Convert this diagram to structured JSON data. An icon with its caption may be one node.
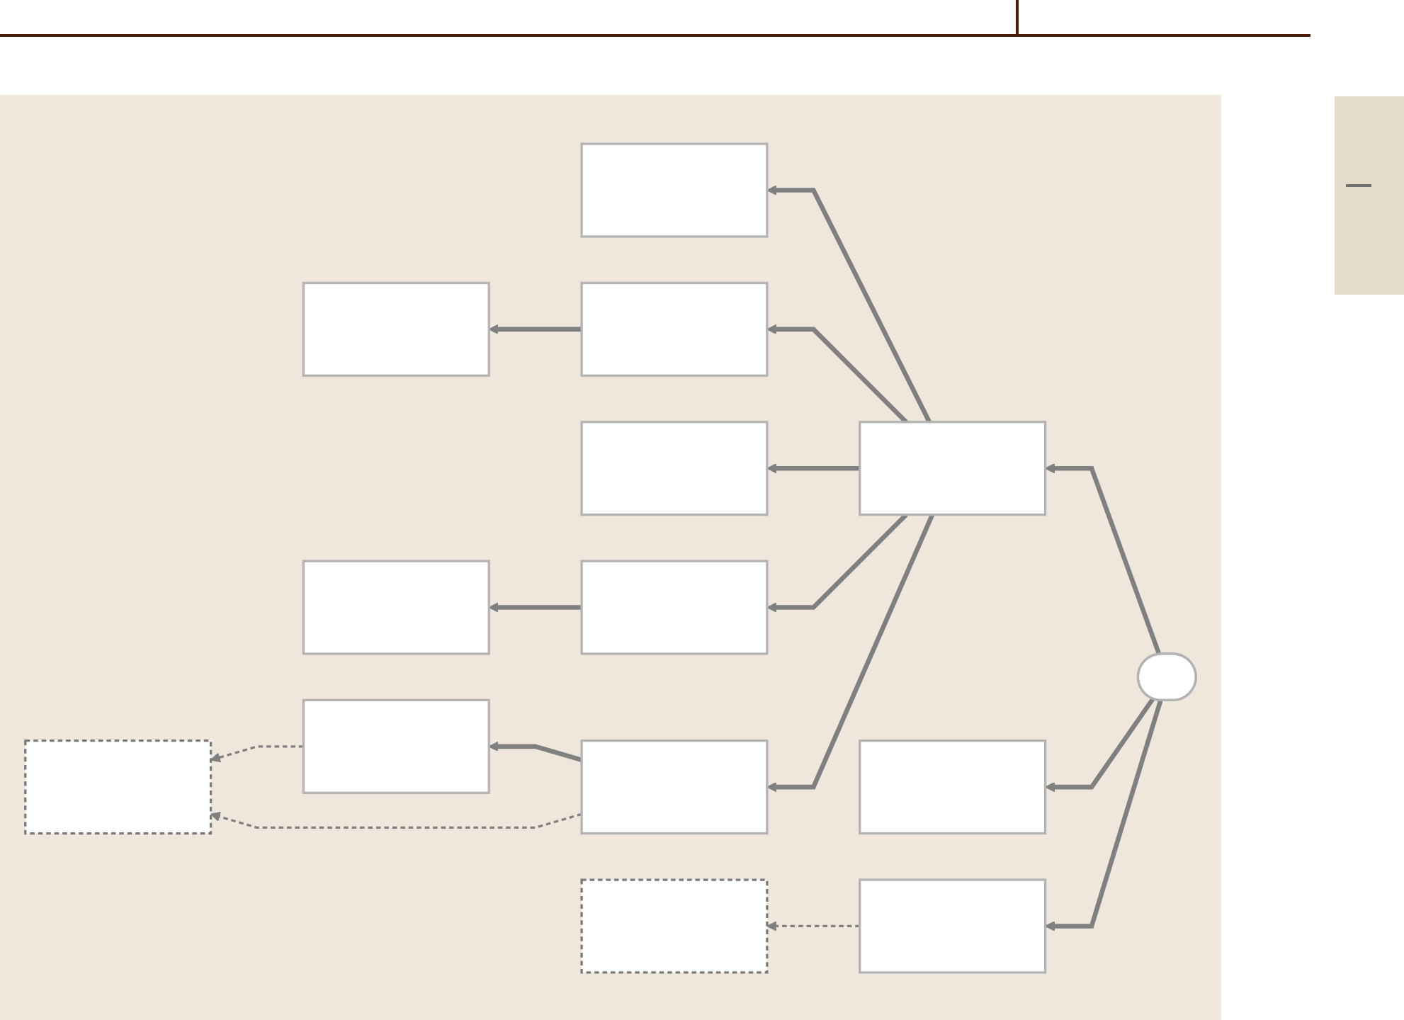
{
  "diagram": {
    "nodes": [
      {
        "text": [],
        "shape": "box"
      },
      {
        "text": [],
        "shape": "box"
      },
      {
        "text": [],
        "shape": "box"
      },
      {
        "text": [],
        "shape": "box"
      },
      {
        "text": [],
        "shape": "box"
      },
      {
        "text": [],
        "shape": "box"
      },
      {
        "text": [],
        "shape": "box"
      },
      {
        "text": [],
        "shape": "box"
      },
      {
        "text": [],
        "shape": "pill"
      },
      {
        "text": [],
        "shape": "box"
      },
      {
        "text": [],
        "shape": "box"
      },
      {
        "text": [],
        "shape": "box"
      },
      {
        "text": [],
        "shape": "box"
      },
      {
        "text": [],
        "shape": "box"
      }
    ],
    "edges": [
      {
        "from": 7,
        "to": 2,
        "arrow": "to"
      },
      {
        "from": 7,
        "to": 4,
        "arrow": "to"
      },
      {
        "from": 4,
        "to": 1,
        "arrow": "to"
      },
      {
        "from": 7,
        "to": 6,
        "arrow": "to"
      },
      {
        "from": 7,
        "to": 9,
        "arrow": "to"
      },
      {
        "from": 9,
        "to": 12,
        "arrow": "to"
      },
      {
        "from": 7,
        "to": 5,
        "arrow": "to"
      },
      {
        "from": 5,
        "to": 3,
        "arrow": "to"
      },
      {
        "from": 8,
        "to": 7,
        "arrow": "to"
      },
      {
        "from": 8,
        "to": 10,
        "arrow": "to"
      },
      {
        "from": 8,
        "to": 11,
        "arrow": "to"
      },
      {
        "from": 5,
        "to": 0,
        "arrow": "to",
        "style": "dashed"
      },
      {
        "from": 3,
        "to": 0,
        "arrow": "to",
        "style": "dashed"
      },
      {
        "from": 11,
        "to": 13,
        "arrow": "to",
        "style": "dashed"
      }
    ]
  }
}
